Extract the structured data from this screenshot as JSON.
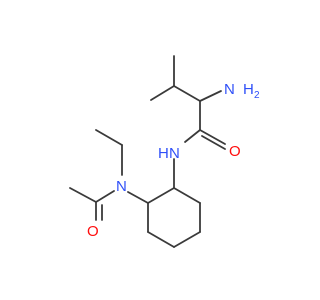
{
  "molecule": {
    "atoms": {
      "amine_n": {
        "symbol": "N",
        "hydrogens": "H",
        "h_count": "2"
      },
      "amide_nh": {
        "symbol": "N",
        "hydrogens": "H"
      },
      "amide_o": {
        "symbol": "O"
      },
      "acetyl_n": {
        "symbol": "N"
      },
      "acetyl_o": {
        "symbol": "O"
      }
    },
    "colors": {
      "carbon": "#3a3a3a",
      "nitrogen": "#3050f8",
      "oxygen": "#ff0d0d"
    }
  }
}
